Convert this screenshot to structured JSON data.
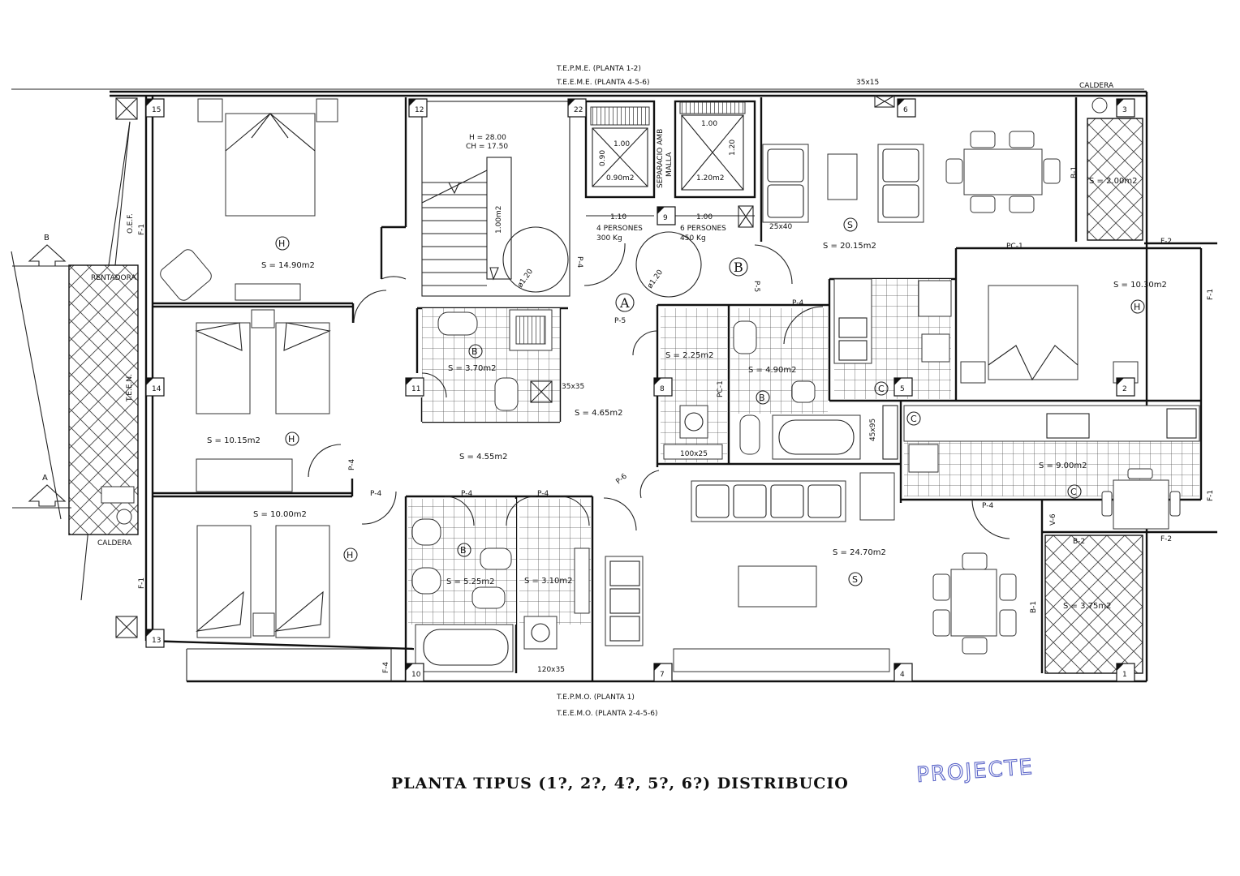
{
  "header": {
    "top_line1": "T.E.P.M.E. (PLANTA 1-2)",
    "top_line2": "T.E.E.M.E. (PLANTA 4-5-6)",
    "bottom_line1": "T.E.P.M.O. (PLANTA 1)",
    "bottom_line2": "T.E.E.M.O. (PLANTA 2-4-5-6)"
  },
  "title": "PLANTA TIPUS (1?, 2?, 4?, 5?, 6?) DISTRIBUCIO",
  "stamp": "PROJECTE",
  "section_marks": {
    "b": "B",
    "a": "A"
  },
  "facade_labels": {
    "rentadora": "RENTADORA",
    "caldera_left": "CALDERA",
    "caldera_right": "CALDERA",
    "oef": "O.E.F.",
    "teen": "T.E.E.N.",
    "vent_top": "35x15",
    "vent_right": "25x40",
    "vent_bath": "35x35",
    "vent_bath2": "45x95",
    "vent_lav": "100x25",
    "vent_bottom": "120x35"
  },
  "columns": [
    "15",
    "12",
    "22",
    "6",
    "3",
    "14",
    "11",
    "8",
    "5",
    "2",
    "13",
    "10",
    "7",
    "4",
    "1",
    "9"
  ],
  "stair": {
    "height": "H = 28.00",
    "ch": "CH = 17.50",
    "width": "1.00m2",
    "diam1": "ø1.20",
    "diam2": "ø1.20"
  },
  "elevators": {
    "lift1": {
      "w": "1.00",
      "d": "0.90",
      "area": "0.90m2",
      "bottom": "1.10",
      "cap": "4 PERSONES",
      "kg": "300 Kg"
    },
    "lift2": {
      "w": "1.00",
      "d": "1.20",
      "area": "1.20m2",
      "bottom": "1.00",
      "cap": "6 PERSONES",
      "kg": "450 Kg"
    },
    "sep": "SEPARACIO AMB",
    "sep2": "MALLA"
  },
  "rooms": [
    {
      "area": "S = 14.90m2",
      "type": "H"
    },
    {
      "area": "S = 10.15m2",
      "type": "H"
    },
    {
      "area": "S = 10.00m2",
      "type": "H"
    },
    {
      "area": "S = 3.70m2",
      "type": "B"
    },
    {
      "area": "S = 4.65m2",
      "type": ""
    },
    {
      "area": "S = 4.55m2",
      "type": ""
    },
    {
      "area": "S = 5.25m2",
      "type": "B"
    },
    {
      "area": "S = 3.10m2",
      "type": ""
    },
    {
      "area": "S = 20.15m2",
      "type": "S"
    },
    {
      "area": "S = 2.00m2",
      "type": ""
    },
    {
      "area": "S = 10.30m2",
      "type": "H"
    },
    {
      "area": "S = 2.25m2",
      "type": ""
    },
    {
      "area": "S = 4.90m2",
      "type": "B"
    },
    {
      "area": "S = 9.00m2",
      "type": "C"
    },
    {
      "area": "S = 24.70m2",
      "type": "S"
    },
    {
      "area": "S = 3.75m2",
      "type": ""
    }
  ],
  "doors": {
    "p4": "P-4",
    "p5": "P-5",
    "p6": "P-6",
    "f1": "F-1",
    "f2": "F-2",
    "f4": "F-4",
    "b1": "B-1",
    "b2": "B-2",
    "pc1": "PC-1",
    "v6": "V-6"
  },
  "apartment_marks": {
    "a": "A",
    "b": "B"
  },
  "kitchen_mark": "C"
}
